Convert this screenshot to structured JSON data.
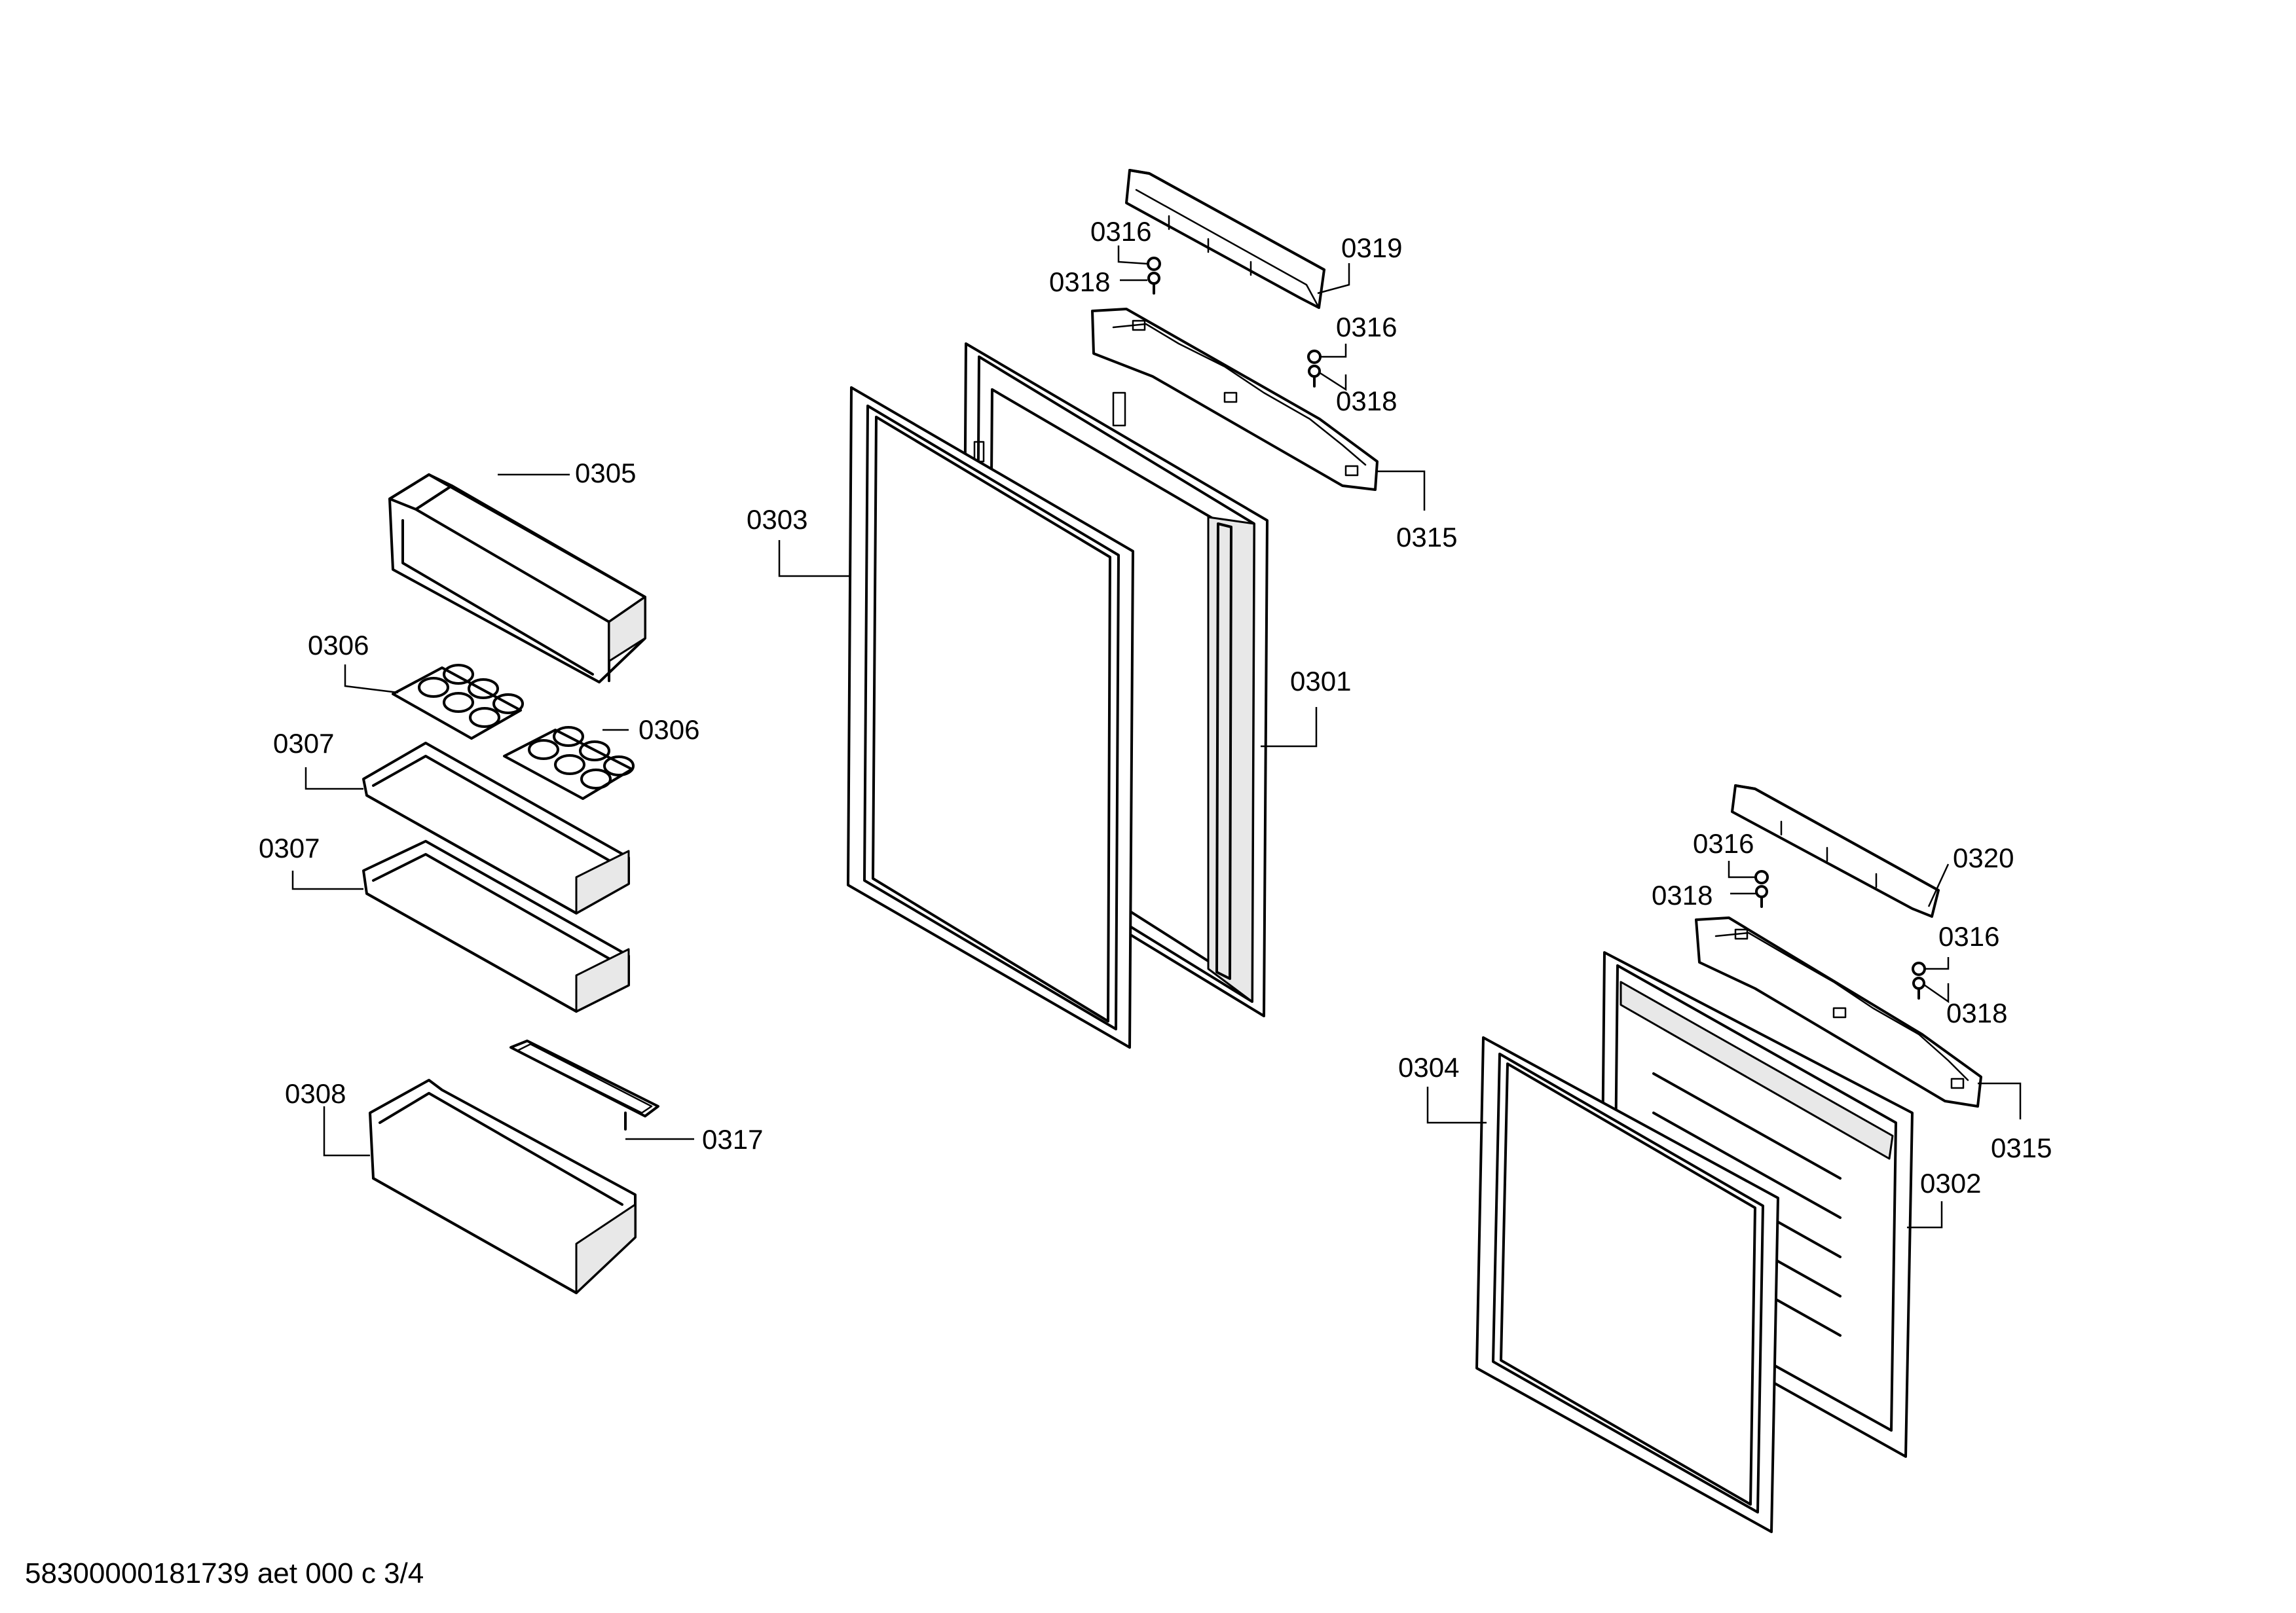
{
  "labels": {
    "l0319": "0319",
    "l0316a": "0316",
    "l0318a": "0318",
    "l0316b": "0316",
    "l0318b": "0318",
    "l0315a": "0315",
    "l0305": "0305",
    "l0303": "0303",
    "l0301": "0301",
    "l0306a": "0306",
    "l0306b": "0306",
    "l0307a": "0307",
    "l0307b": "0307",
    "l0308": "0308",
    "l0317": "0317",
    "l0320": "0320",
    "l0316c": "0316",
    "l0318c": "0318",
    "l0316d": "0316",
    "l0318d": "0318",
    "l0304": "0304",
    "l0315b": "0315",
    "l0302": "0302"
  },
  "footer": "58300000181739 aet 000 c 3/4"
}
